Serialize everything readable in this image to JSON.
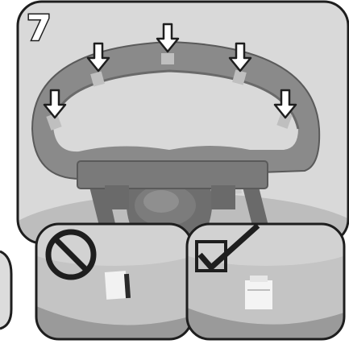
{
  "illustration": {
    "step_number": "7",
    "main_panel": {
      "subject": "d-shaped-handle-with-clips",
      "arrow_count": 5
    },
    "inset_left": {
      "symbol": "prohibited-icon",
      "meaning": "incorrect"
    },
    "inset_right": {
      "symbol": "checkmark-box-icon",
      "meaning": "correct"
    }
  },
  "colors": {
    "photo_bg": "#d7d7d7",
    "handle": "#8a8a8a",
    "handle_dark": "#5a5a5a",
    "outline": "#1e1e1e",
    "arrow_fill": "#ffffff"
  }
}
